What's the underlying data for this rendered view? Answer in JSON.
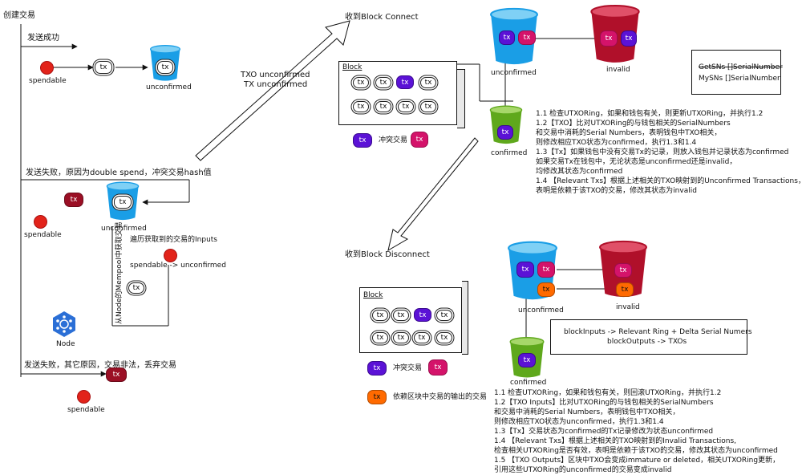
{
  "left": {
    "create_tx": "创建交易",
    "send_success": "发送成功",
    "send_fail_double": "发送失败，原因为double spend，冲突交易hash值",
    "send_fail_other": "发送失败，其它原因，交易非法，丢弃交易",
    "spendable": "spendable",
    "tx": "tx",
    "unconfirmed": "unconfirmed",
    "iterate_inputs": "遍历获取到的交易的Inputs",
    "spendable_to_unconfirmed": "spendable -> unconfirmed",
    "from_node": "从Node的Mempool中获取交易",
    "node": "Node"
  },
  "arrow_mid": {
    "line1": "TXO unconfirmed",
    "line2": "TX unconfirmed"
  },
  "connect": {
    "title": "收到Block Connect",
    "block_label": "Block",
    "tx": "tx",
    "unconfirmed": "unconfirmed",
    "invalid": "invalid",
    "confirmed": "confirmed",
    "conflict_tx": "冲突交易",
    "notes_box_strike": "GetSNs []SerialNumber",
    "notes_box_line": "MySNs []SerialNumber",
    "notes": [
      "1.1 检查UTXORing，如果和钱包有关，则更新UTXORing，并执行1.2",
      "1.2【TXO】比对UTXORing的与钱包相关的SerialNumbers",
      "和交易中消耗的Serial Numbers，表明钱包中TXO相关，",
      "则修改相应TXO状态为confirmed，执行1.3和1.4",
      "1.3【Tx】如果钱包中没有交易Tx的记录，则放入钱包并记录状态为confirmed",
      "如果交易Tx在钱包中，无论状态是unconfirmed还是invalid，",
      "均修改其状态为confirmed",
      "1.4 【Relevant Txs】根据上述相关的TXO映射到的Unconfirmed Transactions，",
      "表明是依赖于该TXO的交易，修改其状态为invalid"
    ]
  },
  "disconnect": {
    "title": "收到Block Disconnect",
    "block_label": "Block",
    "tx": "tx",
    "unconfirmed": "unconfirmed",
    "invalid": "invalid",
    "confirmed": "confirmed",
    "conflict_tx": "冲突交易",
    "depend_tx": "依赖区块中交易的输出的交易",
    "box_line1": "blockInputs -> Relevant Ring + Delta Serial Numers",
    "box_line2": "blockOutputs -> TXOs",
    "notes": [
      "1.1 检查UTXORing，如果和钱包有关，则回滚UTXORing，并执行1.2",
      "1.2【TXO Inputs】比对UTXORing的与钱包相关的SerialNumbers",
      "和交易中消耗的Serial Numbers，表明钱包中TXO相关，",
      "则修改相应TXO状态为unconfirmed，执行1.3和1.4",
      "1.3【Tx】交易状态为confirmed的Tx记录修改为状态unconfirmed",
      "1.4 【Relevant Txs】根据上述相关的TXO映射到的Invalid Transactions,",
      "检查相关UTXORing是否有效，表明是依赖于该TXO的交易，修改其状态为unconfirmed",
      "1.5 【TXO Outputs】区块中TXO会变成immature or deleted，相关UTXORing更新，",
      "引用这些UTXORing的unconfirmed的交易变成invalid"
    ]
  },
  "colors": {
    "blue_bucket": "#1a9ee6",
    "green_bucket": "#5fa81c",
    "red_bucket": "#b0102a",
    "purple_tx": "#5b12d6",
    "magenta_tx": "#d4136a",
    "orange_tx": "#ff6a00"
  }
}
